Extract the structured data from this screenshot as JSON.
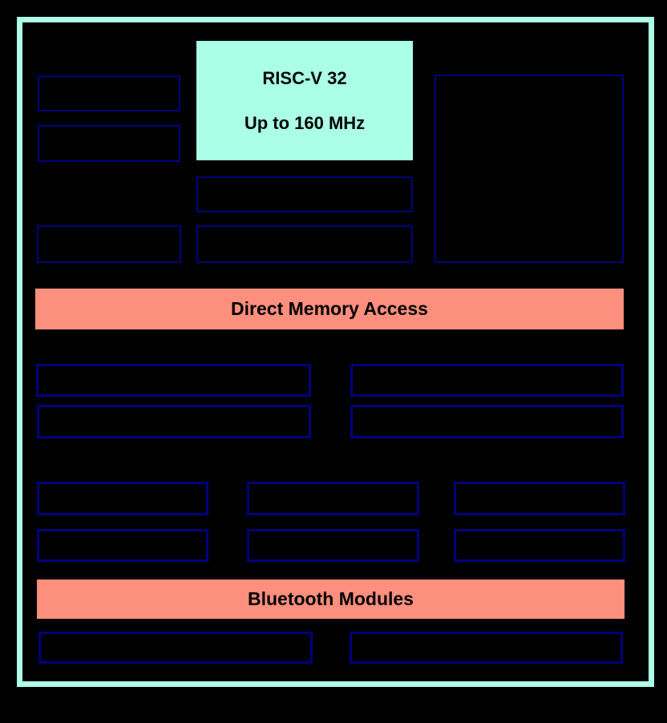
{
  "cpu": {
    "line1": "RISC-V 32",
    "line2": "Up to 160 MHz"
  },
  "bars": {
    "dma": "Direct Memory Access",
    "bluetooth": "Bluetooth Modules"
  },
  "colors": {
    "background": "#000000",
    "frame_border": "#AFFFE4",
    "cpu_fill": "#AAFFE6",
    "bar_fill": "#FC8F7D",
    "box_border": "#00007B",
    "text": "#000000"
  }
}
